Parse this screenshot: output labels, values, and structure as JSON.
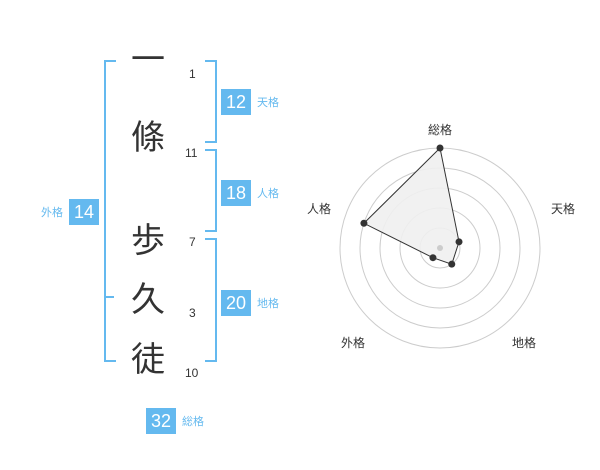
{
  "name": {
    "chars": [
      {
        "char": "一",
        "strokes": "1"
      },
      {
        "char": "條",
        "strokes": "11"
      },
      {
        "char": "歩",
        "strokes": "7"
      },
      {
        "char": "久",
        "strokes": "3"
      },
      {
        "char": "徒",
        "strokes": "10"
      }
    ]
  },
  "kaku": {
    "tenkaku": {
      "value": "12",
      "label": "天格"
    },
    "jinkaku": {
      "value": "18",
      "label": "人格"
    },
    "chikaku": {
      "value": "20",
      "label": "地格"
    },
    "gaikaku": {
      "value": "14",
      "label": "外格"
    },
    "soukaku": {
      "value": "32",
      "label": "総格"
    }
  },
  "radar": {
    "axes": [
      "総格",
      "天格",
      "地格",
      "外格",
      "人格"
    ],
    "values": [
      5,
      1,
      1,
      0.6,
      4
    ],
    "max": 5,
    "colors": {
      "fill": "#f0f0f0",
      "stroke": "#333333",
      "grid": "#cccccc",
      "center": "#cccccc"
    }
  },
  "colors": {
    "accent": "#64b9ef"
  }
}
